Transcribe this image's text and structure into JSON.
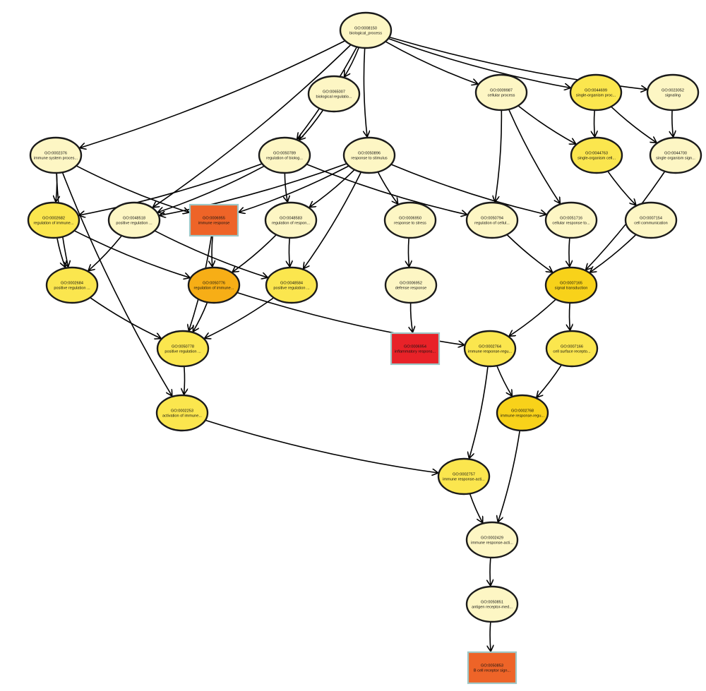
{
  "palette": {
    "none": "#fdf6c4",
    "low": "#fbe64e",
    "mid": "#f8d21a",
    "orange": "#f7ae16",
    "high": "#ee6428",
    "top": "#e82228",
    "rect_border": "#9ec7c6",
    "edge": "#000000"
  },
  "nodes": [
    {
      "key": "bp",
      "id": "GO:0008150",
      "label": "biological_process",
      "shape": "ellipse",
      "level": "none"
    },
    {
      "key": "breg",
      "id": "GO:0065007",
      "label": "biological regulatio...",
      "shape": "ellipse",
      "level": "none"
    },
    {
      "key": "cp",
      "id": "GO:0009987",
      "label": "cellular process",
      "shape": "ellipse",
      "level": "none"
    },
    {
      "key": "sop",
      "id": "GO:0044699",
      "label": "single-organism proc...",
      "shape": "ellipse",
      "level": "low"
    },
    {
      "key": "sig",
      "id": "GO:0023052",
      "label": "signaling",
      "shape": "ellipse",
      "level": "none"
    },
    {
      "key": "isp",
      "id": "GO:0002376",
      "label": "immune system proces...",
      "shape": "ellipse",
      "level": "none"
    },
    {
      "key": "rbp",
      "id": "GO:0050789",
      "label": "regulation of biolog...",
      "shape": "ellipse",
      "level": "none"
    },
    {
      "key": "rts",
      "id": "GO:0050896",
      "label": "response to stimulus",
      "shape": "ellipse",
      "level": "none"
    },
    {
      "key": "socp",
      "id": "GO:0044763",
      "label": "single-organism cell...",
      "shape": "ellipse",
      "level": "low"
    },
    {
      "key": "sosig",
      "id": "GO:0044700",
      "label": "single organism sign...",
      "shape": "ellipse",
      "level": "none"
    },
    {
      "key": "rim",
      "id": "GO:0002682",
      "label": "regulation of immune...",
      "shape": "ellipse",
      "level": "low"
    },
    {
      "key": "preg",
      "id": "GO:0048518",
      "label": "positive regulation ...",
      "shape": "ellipse",
      "level": "none"
    },
    {
      "key": "ir",
      "id": "GO:0006955",
      "label": "immune response",
      "shape": "rect",
      "level": "high"
    },
    {
      "key": "rresp",
      "id": "GO:0048583",
      "label": "regulation of respon...",
      "shape": "ellipse",
      "level": "none"
    },
    {
      "key": "rstress",
      "id": "GO:0006950",
      "label": "response to stress",
      "shape": "ellipse",
      "level": "none"
    },
    {
      "key": "rcell",
      "id": "GO:0050794",
      "label": "regulation of cellul...",
      "shape": "ellipse",
      "level": "none"
    },
    {
      "key": "crt",
      "id": "GO:0051716",
      "label": "cellular response to...",
      "shape": "ellipse",
      "level": "none"
    },
    {
      "key": "cc",
      "id": "GO:0007154",
      "label": "cell communication",
      "shape": "ellipse",
      "level": "none"
    },
    {
      "key": "preg2",
      "id": "GO:0002684",
      "label": "positive regulation ...",
      "shape": "ellipse",
      "level": "low"
    },
    {
      "key": "rimm",
      "id": "GO:0050776",
      "label": "regulation of immune...",
      "shape": "ellipse",
      "level": "orange"
    },
    {
      "key": "preg3",
      "id": "GO:0048584",
      "label": "positive regulation ...",
      "shape": "ellipse",
      "level": "low"
    },
    {
      "key": "def",
      "id": "GO:0006952",
      "label": "defense response",
      "shape": "ellipse",
      "level": "none"
    },
    {
      "key": "st",
      "id": "GO:0007165",
      "label": "signal transduction",
      "shape": "ellipse",
      "level": "mid"
    },
    {
      "key": "preg4",
      "id": "GO:0050778",
      "label": "positive regulation ...",
      "shape": "ellipse",
      "level": "low"
    },
    {
      "key": "inf",
      "id": "GO:0006954",
      "label": "inflammatory respons...",
      "shape": "rect",
      "level": "top"
    },
    {
      "key": "irreg",
      "id": "GO:0002764",
      "label": "immune response-regu...",
      "shape": "ellipse",
      "level": "low"
    },
    {
      "key": "csr",
      "id": "GO:0007166",
      "label": "cell surface recepto...",
      "shape": "ellipse",
      "level": "low"
    },
    {
      "key": "act",
      "id": "GO:0002253",
      "label": "activation of immune...",
      "shape": "ellipse",
      "level": "low"
    },
    {
      "key": "irreg2",
      "id": "GO:0002768",
      "label": "immune response-regu...",
      "shape": "ellipse",
      "level": "mid"
    },
    {
      "key": "iract",
      "id": "GO:0002757",
      "label": "immune response-acti...",
      "shape": "ellipse",
      "level": "low"
    },
    {
      "key": "iract2",
      "id": "GO:0002429",
      "label": "immune response-acti...",
      "shape": "ellipse",
      "level": "none"
    },
    {
      "key": "arm",
      "id": "GO:0050851",
      "label": "antigen receptor-med...",
      "shape": "ellipse",
      "level": "none"
    },
    {
      "key": "bcr",
      "id": "GO:0050853",
      "label": "B cell receptor sign...",
      "shape": "rect",
      "level": "high"
    }
  ],
  "edges": [
    [
      "bp",
      "breg"
    ],
    [
      "bp",
      "cp"
    ],
    [
      "bp",
      "sop"
    ],
    [
      "bp",
      "sig"
    ],
    [
      "bp",
      "isp"
    ],
    [
      "bp",
      "rbp"
    ],
    [
      "bp",
      "rts"
    ],
    [
      "bp",
      "preg"
    ],
    [
      "breg",
      "rbp"
    ],
    [
      "cp",
      "socp"
    ],
    [
      "cp",
      "rcell"
    ],
    [
      "cp",
      "crt"
    ],
    [
      "sop",
      "socp"
    ],
    [
      "sop",
      "sosig"
    ],
    [
      "sig",
      "sosig"
    ],
    [
      "isp",
      "rim"
    ],
    [
      "isp",
      "ir"
    ],
    [
      "isp",
      "preg2"
    ],
    [
      "isp",
      "act"
    ],
    [
      "rbp",
      "preg"
    ],
    [
      "rbp",
      "rim"
    ],
    [
      "rbp",
      "rresp"
    ],
    [
      "rbp",
      "rcell"
    ],
    [
      "rts",
      "preg"
    ],
    [
      "rts",
      "rresp"
    ],
    [
      "rts",
      "rstress"
    ],
    [
      "rts",
      "crt"
    ],
    [
      "rts",
      "preg3"
    ],
    [
      "rts",
      "ir"
    ],
    [
      "socp",
      "cc"
    ],
    [
      "sosig",
      "st"
    ],
    [
      "rim",
      "preg2"
    ],
    [
      "rim",
      "rimm"
    ],
    [
      "preg",
      "preg2"
    ],
    [
      "preg",
      "preg3"
    ],
    [
      "ir",
      "rimm"
    ],
    [
      "ir",
      "preg4"
    ],
    [
      "rresp",
      "rimm"
    ],
    [
      "rresp",
      "preg3"
    ],
    [
      "rstress",
      "def"
    ],
    [
      "rcell",
      "st"
    ],
    [
      "crt",
      "st"
    ],
    [
      "cc",
      "st"
    ],
    [
      "preg2",
      "preg4"
    ],
    [
      "rimm",
      "preg4"
    ],
    [
      "preg3",
      "preg4"
    ],
    [
      "rimm",
      "irreg"
    ],
    [
      "def",
      "inf"
    ],
    [
      "st",
      "irreg"
    ],
    [
      "st",
      "csr"
    ],
    [
      "preg4",
      "act"
    ],
    [
      "irreg",
      "irreg2"
    ],
    [
      "irreg",
      "iract"
    ],
    [
      "csr",
      "irreg2"
    ],
    [
      "act",
      "iract"
    ],
    [
      "iract",
      "iract2"
    ],
    [
      "irreg2",
      "iract2"
    ],
    [
      "iract2",
      "arm"
    ],
    [
      "arm",
      "bcr"
    ]
  ]
}
